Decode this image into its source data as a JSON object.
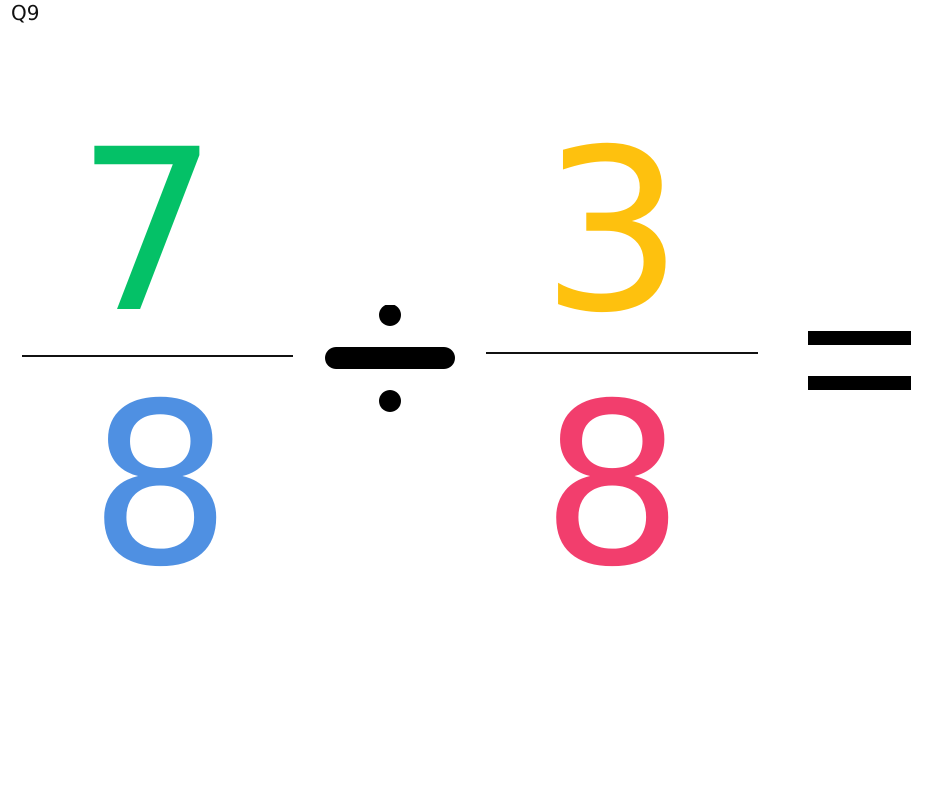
{
  "question": {
    "label": "Q9"
  },
  "expression": {
    "fraction_1": {
      "numerator": "7",
      "denominator": "8",
      "numerator_color": "#04c167",
      "denominator_color": "#4f90e2"
    },
    "operator": "divide",
    "fraction_2": {
      "numerator": "3",
      "denominator": "8",
      "numerator_color": "#fec10e",
      "denominator_color": "#f23e6d"
    },
    "result": "equals"
  }
}
